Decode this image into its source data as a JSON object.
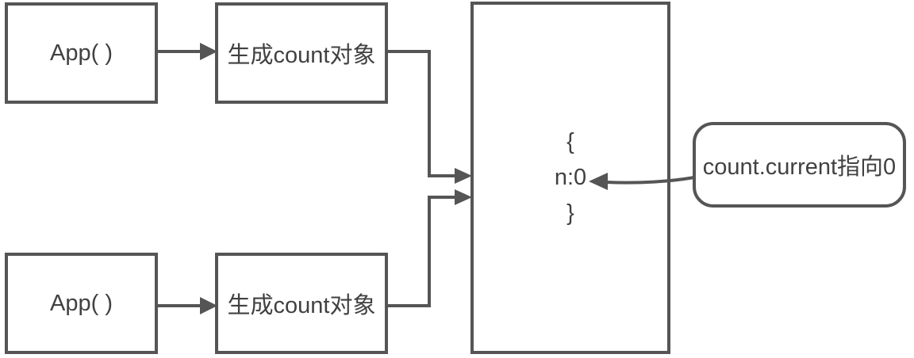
{
  "diagram": {
    "nodes": {
      "app_top": {
        "label": "App( )"
      },
      "gen_top": {
        "label": "生成count对象"
      },
      "app_bottom": {
        "label": "App( )"
      },
      "gen_bottom": {
        "label": "生成count对象"
      },
      "count_object": {
        "lines": [
          "{",
          "n:0",
          "}"
        ]
      },
      "note": {
        "label": "count.current指向0"
      }
    },
    "connectors": [
      {
        "name": "app-top-to-gen-top",
        "type": "straight-arrow"
      },
      {
        "name": "app-bottom-to-gen-bottom",
        "type": "straight-arrow"
      },
      {
        "name": "gen-top-to-count-object",
        "type": "elbow-arrow"
      },
      {
        "name": "gen-bottom-to-count-object",
        "type": "elbow-arrow"
      },
      {
        "name": "note-to-n0",
        "type": "curved-arrow"
      }
    ],
    "colors": {
      "stroke": "#555555",
      "text": "#414141",
      "background": "#ffffff"
    }
  }
}
